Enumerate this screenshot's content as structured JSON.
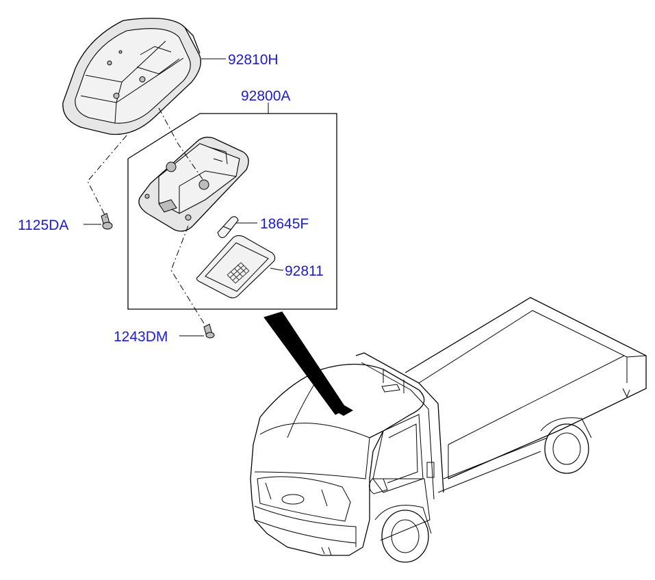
{
  "colors": {
    "label": "#1a1adf",
    "line": "#000000",
    "background": "#ffffff"
  },
  "parts": {
    "p1": {
      "label": "92810H"
    },
    "p2": {
      "label": "92800A"
    },
    "p3": {
      "label": "1125DA"
    },
    "p4": {
      "label": "18645F"
    },
    "p5": {
      "label": "92811"
    },
    "p6": {
      "label": "1243DM"
    }
  }
}
